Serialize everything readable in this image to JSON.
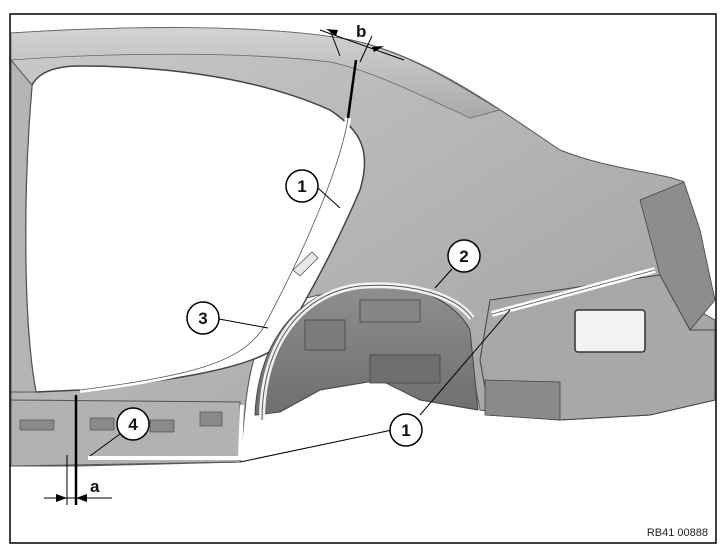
{
  "callouts": {
    "c1_top": "1",
    "c2": "2",
    "c3": "3",
    "c4": "4",
    "c1_bottom": "1"
  },
  "dimensions": {
    "a": "a",
    "b": "b"
  },
  "figure_code": "RB41 00888",
  "colors": {
    "body_panel": "#bfbfbf",
    "frame": "#000000",
    "highlight": "#ffffff"
  }
}
